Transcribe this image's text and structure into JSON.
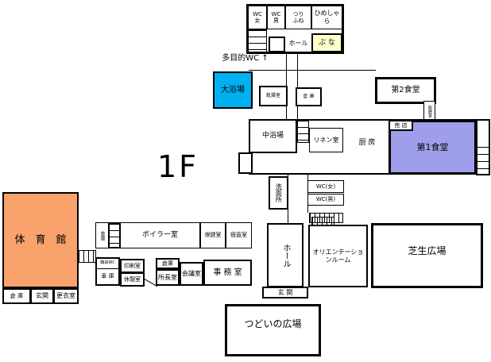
{
  "floor_label": "1F",
  "colors": {
    "wall": "#000000",
    "daiyokujo_bg": "#00B0F0",
    "dai1_shokudo_bg": "#9E9EEA",
    "buna_bg": "#FFFFCC",
    "taiikukan_bg": "#F9A26B",
    "background": "#FFFFFF"
  },
  "top_block": {
    "wc_female": "WC\n女",
    "wc_male": "WC\n男",
    "tsurifune": "つり\nふね",
    "himeshara": "ひめしゃら",
    "hall": "ホール",
    "buna": "ぶ な"
  },
  "annotations": {
    "tamokuteki_wc": "多目的WC ↑"
  },
  "bath_wing": {
    "daiyokujo": "大浴場",
    "kansoshitsu": "乾燥室",
    "soko": "倉 庫",
    "chuyokujo": "中浴場"
  },
  "dining_wing": {
    "dai2_shokudo": "第2食堂",
    "haizenshitsu": "配膳室",
    "baiten": "売 店",
    "chubo": "厨 房",
    "linen": "リネン室",
    "dai1_shokudo": "第1食堂"
  },
  "sanitary": {
    "senmenjo": "洗面所",
    "wc_women": "WC(女)",
    "wc_men": "WC(男)"
  },
  "admin_wing": {
    "soko_vert": "倉庫",
    "boiler": "ボイラー室",
    "hoken": "保健室",
    "shukuchoku": "宿直室",
    "shokuin_wc": "職員WC",
    "shako": "車 庫",
    "insatsu": "印刷室",
    "kyukei": "休憩室",
    "soko_small": "倉庫",
    "shocho": "所長室",
    "kaigi": "会議室",
    "jimu": "事 務 室"
  },
  "hall_area": {
    "hall": "ホール",
    "genkan": "玄 関",
    "orientation": "オリエンテーショ\nンルーム"
  },
  "outdoor": {
    "shibafu": "芝生広場",
    "tsudoi": "つどいの広場"
  },
  "gym": {
    "taiikukan": "体　育　館",
    "soko": "倉 庫",
    "genkan": "玄関",
    "koishitsu": "更衣室"
  }
}
